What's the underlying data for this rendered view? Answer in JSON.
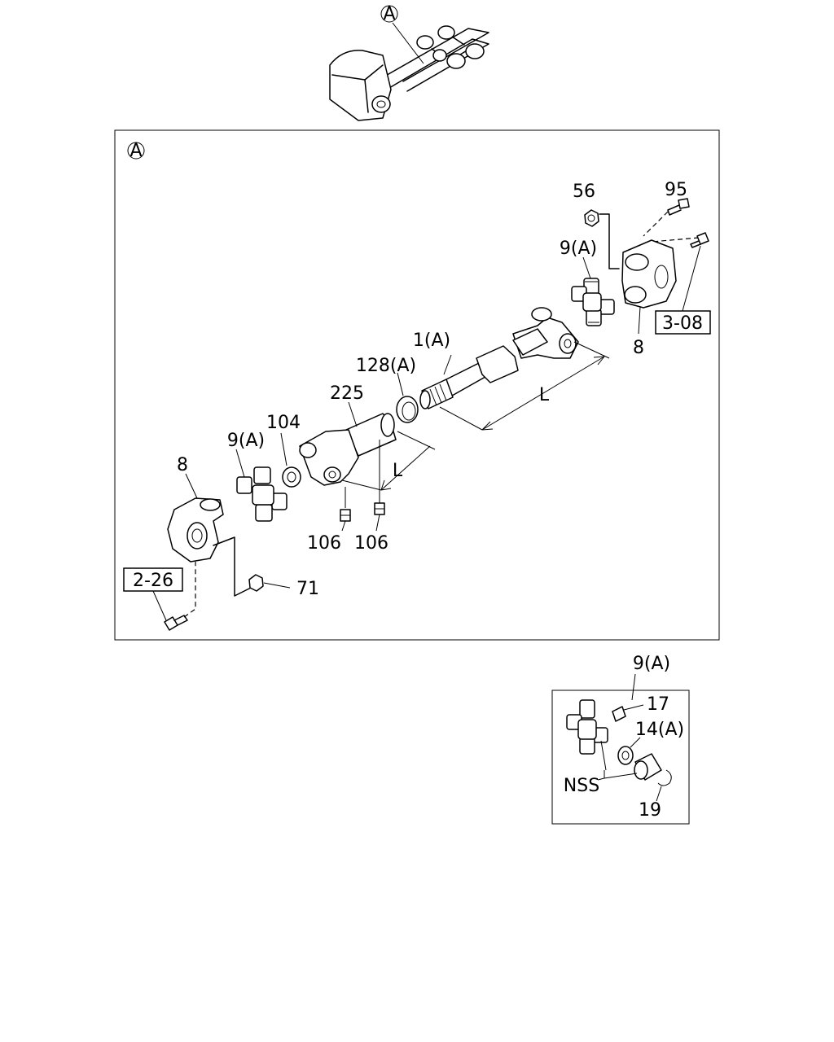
{
  "callout_letter": "A",
  "labels": {
    "p56": "56",
    "p95": "95",
    "p9a_top": "9(A)",
    "p8_right": "8",
    "ref_3_08": "3-08",
    "p1a": "1(A)",
    "p128a": "128(A)",
    "L_long": "L",
    "p225": "225",
    "p104": "104",
    "p9a_left": "9(A)",
    "p8_left": "8",
    "L_short": "L",
    "p106_a": "106",
    "p106_b": "106",
    "ref_2_26": "2-26",
    "p71": "71",
    "p9a_inset": "9(A)",
    "p17": "17",
    "p14a": "14(A)",
    "nss": "NSS",
    "p19": "19"
  }
}
